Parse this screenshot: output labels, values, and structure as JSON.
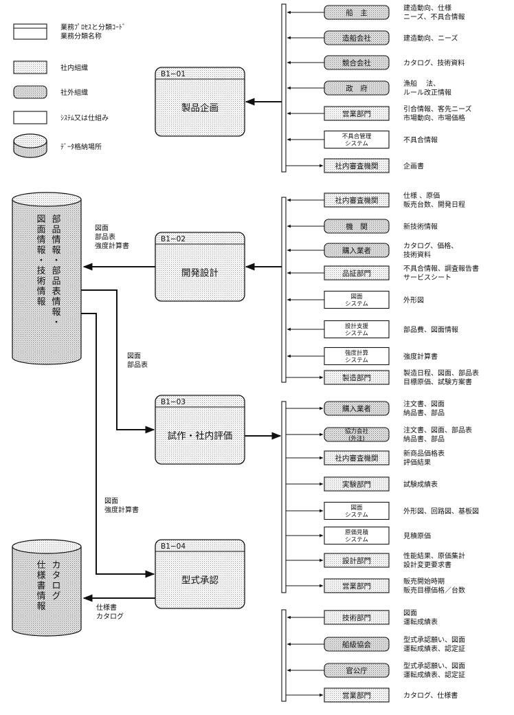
{
  "legend": [
    {
      "type": "process",
      "label": "業務ﾌﾟﾛｾｽと分類ｺｰﾄﾞ\n業務分類名称"
    },
    {
      "type": "internal",
      "label": "社内組織"
    },
    {
      "type": "external",
      "label": "社外組織"
    },
    {
      "type": "system",
      "label": "ｼｽﾃﾑ又は仕組み"
    },
    {
      "type": "storage",
      "label": "ﾃﾞｰﾀ格納場所"
    }
  ],
  "processes": [
    {
      "code": "B1−01",
      "name": "製品企画"
    },
    {
      "code": "B1−02",
      "name": "開発設計"
    },
    {
      "code": "B1−03",
      "name": "試作・社内評価"
    },
    {
      "code": "B1−04",
      "name": "型式承認"
    }
  ],
  "stores": [
    {
      "columns": [
        "部品情報・部品表情報・",
        "図面情報・技術情報"
      ]
    },
    {
      "columns": [
        "カタログ",
        "仕様書情報"
      ]
    }
  ],
  "flows": [
    "図面\n部品表\n強度計算書",
    "図面\n部品表",
    "図面\n強度計算書",
    "仕様書\nカタログ"
  ],
  "groups": [
    {
      "direction": "in",
      "items": [
        {
          "name": "船　主",
          "type": "external",
          "info": "建造動向、仕様\nニーズ、不具合情報"
        },
        {
          "name": "造船会社",
          "type": "external",
          "info": "建造動向、ニーズ"
        },
        {
          "name": "競合会社",
          "type": "external",
          "info": "カタログ、技術資料"
        },
        {
          "name": "政　府",
          "type": "external",
          "info": "漁船　 法、\nルール改正情報"
        },
        {
          "name": "営業部門",
          "type": "internal",
          "info": "引合情報、客先ニーズ\n市場動向、市場価格"
        },
        {
          "name": "不具合管理\nシステム",
          "type": "system",
          "info": "不具合情報"
        },
        {
          "name": "社内審査機関",
          "type": "internal",
          "out": true,
          "info": "企画書"
        }
      ]
    },
    {
      "direction": "in",
      "items": [
        {
          "name": "社内審査機関",
          "type": "internal",
          "info": "仕様 、原価\n販売台数、開発日程"
        },
        {
          "name": "機　関",
          "type": "external",
          "info": "新技術情報"
        },
        {
          "name": "購入業者",
          "type": "external",
          "info": "カタログ、価格、\n技術資料"
        },
        {
          "name": "品証部門",
          "type": "internal",
          "info": "不具合情報、調査報告書\nサービスシート"
        },
        {
          "name": "図面\nシステム",
          "type": "system",
          "info": "外形図"
        },
        {
          "name": "設計支援\nシステム",
          "type": "system",
          "info": "部品費、図面情報"
        },
        {
          "name": "強度計算\nシステム",
          "type": "system",
          "info": "強度計算書"
        },
        {
          "name": "製造部門",
          "type": "internal",
          "out": true,
          "info": "製造日程、図面、部品表\n目標原価、試験方案書"
        }
      ]
    },
    {
      "direction": "out",
      "items": [
        {
          "name": "購入業者",
          "type": "external",
          "info": "注文書、図面\n納品書、部品"
        },
        {
          "name": "協力会社\n(外注)",
          "type": "external",
          "info": "注文書、図面、部品表\n納品書、部品"
        },
        {
          "name": "社内審査機関",
          "type": "internal",
          "info": "新商品価格表\n評価結果"
        },
        {
          "name": "実験部門",
          "type": "internal",
          "info": "試験成績表"
        },
        {
          "name": "図面\nシステム",
          "type": "system",
          "info": "外形図、回路図、基板図"
        },
        {
          "name": "原価見積\nシステム",
          "type": "system",
          "info": "見積原価"
        },
        {
          "name": "設計部門",
          "type": "internal",
          "info": "性能結果、原価集計\n設計変更要求書"
        },
        {
          "name": "営業部門",
          "type": "internal",
          "info": "販売開始時期\n販売目標価格／台数"
        }
      ]
    },
    {
      "direction": "mixed",
      "items": [
        {
          "name": "技術部門",
          "type": "internal",
          "info": "図面\n運転成績表"
        },
        {
          "name": "船級協会",
          "type": "external",
          "info": "型式承認願い、図面\n運転成績表、認定証"
        },
        {
          "name": "官公庁",
          "type": "external",
          "info": "型式承認願い、図面\n運転成績表、認定証"
        },
        {
          "name": "営業部門",
          "type": "internal",
          "out": true,
          "info": "カタログ、仕様書"
        }
      ]
    }
  ]
}
